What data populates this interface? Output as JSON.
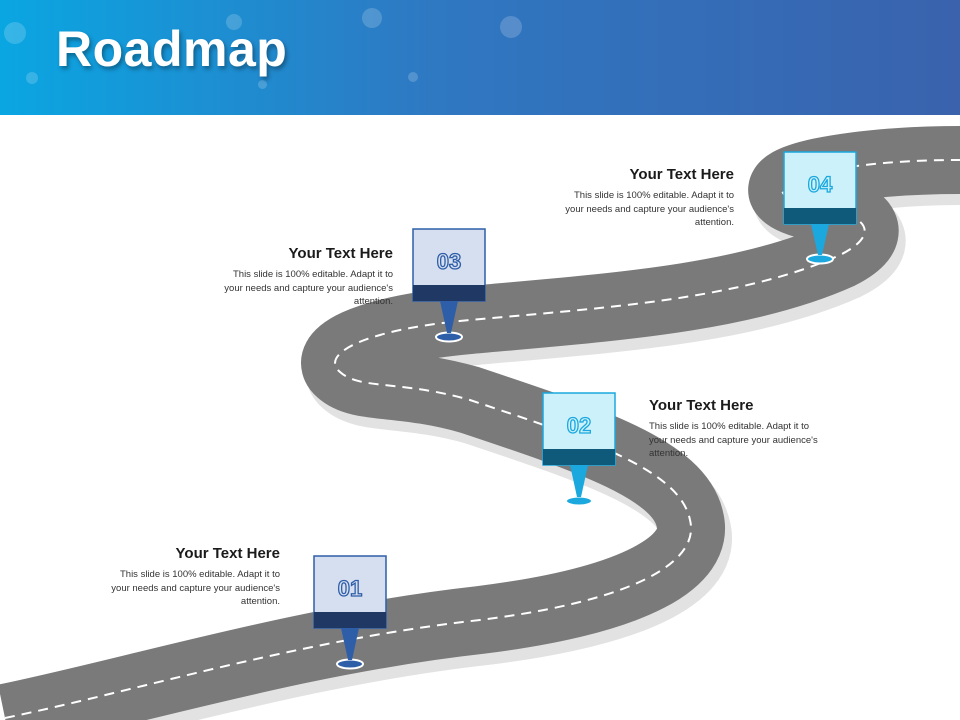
{
  "slide": {
    "title": "Roadmap"
  },
  "milestones": [
    {
      "number": "01",
      "heading": "Your Text Here",
      "body": "This slide is 100% editable. Adapt it to your needs and capture your audience's attention."
    },
    {
      "number": "02",
      "heading": "Your Text Here",
      "body": "This slide is 100% editable. Adapt it to your needs and capture your audience's attention."
    },
    {
      "number": "03",
      "heading": "Your Text Here",
      "body": "This slide is 100% editable. Adapt it to your needs and capture your audience's attention."
    },
    {
      "number": "04",
      "heading": "Your Text Here",
      "body": "This slide is 100% editable. Adapt it to your needs and capture your audience's attention."
    }
  ],
  "colors": {
    "header_start": "#0aa6e2",
    "header_end": "#3a62ad",
    "road": "#7a7a7a",
    "road_edge": "#e4e4e4",
    "marker_dark": "#203864",
    "marker_light": "#d6dff0",
    "marker_cyan_dark": "#0f5a7a",
    "marker_cyan_light": "#cdf1fb",
    "pin_blue": "#2f5ea8",
    "pin_cyan": "#1aa8de"
  }
}
